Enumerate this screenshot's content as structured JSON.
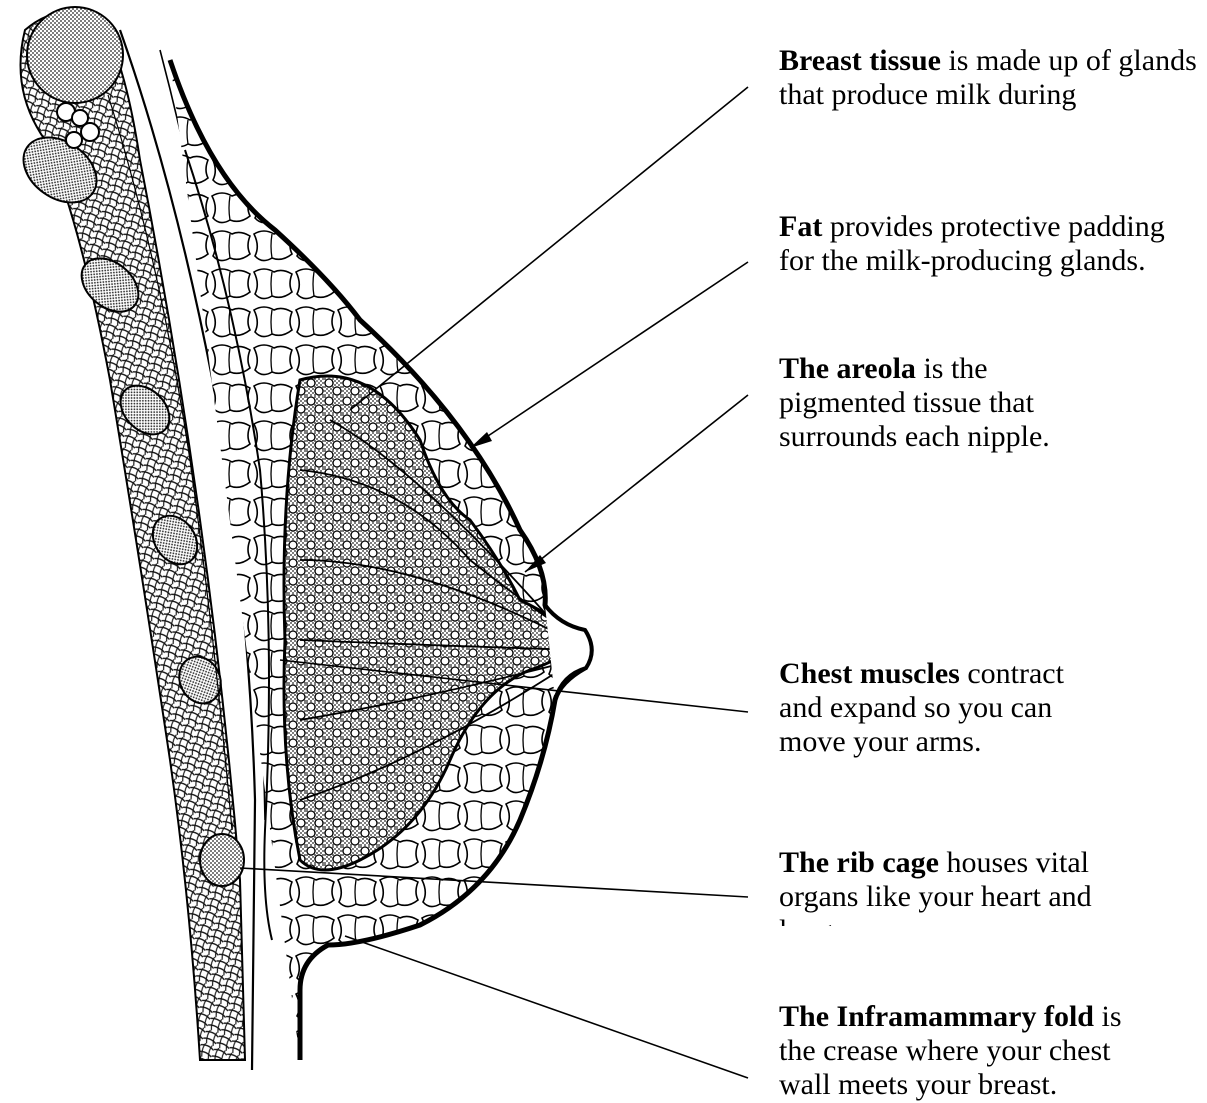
{
  "labels": [
    {
      "term": "Breast tissue",
      "rest": " is made up of glands that produce milk during"
    },
    {
      "term": "Fat",
      "rest": " provides protective padding for the milk-producing glands."
    },
    {
      "term": "The areola",
      "rest": " is the pigmented tissue that surrounds each nipple."
    },
    {
      "term": "Chest muscles",
      "rest": " contract and expand so you can move your arms."
    },
    {
      "term": "The rib cage",
      "rest": " houses vital organs like your heart and lungs."
    },
    {
      "term": "The Inframammary fold",
      "rest": " is the crease where your chest wall meets your breast."
    }
  ]
}
